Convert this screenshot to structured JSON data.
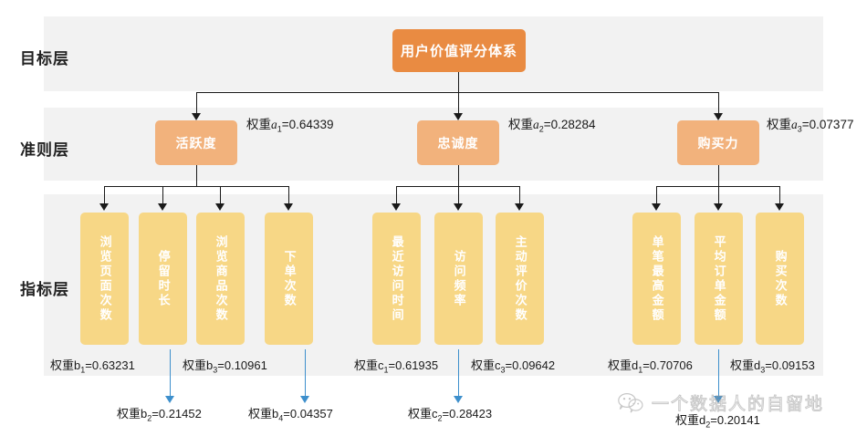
{
  "diagram": {
    "bands": [
      {
        "id": "goal",
        "label": "目标层"
      },
      {
        "id": "criteria",
        "label": "准则层"
      },
      {
        "id": "indicator",
        "label": "指标层"
      }
    ],
    "goal": {
      "label": "用户价值评分体系"
    },
    "criteria": [
      {
        "label": "活跃度",
        "weight_text": "权重a₁=0.64339",
        "weight_prefix": "权重",
        "weight_var": "a",
        "weight_sub": "1",
        "weight_value": "0.64339"
      },
      {
        "label": "忠诚度",
        "weight_text": "权重a₂=0.28284",
        "weight_prefix": "权重",
        "weight_var": "a",
        "weight_sub": "2",
        "weight_value": "0.28284"
      },
      {
        "label": "购买力",
        "weight_text": "权重a₃=0.07377",
        "weight_prefix": "权重",
        "weight_var": "a",
        "weight_sub": "3",
        "weight_value": "0.07377"
      }
    ],
    "indicators": [
      {
        "label": "浏览页面次数",
        "weight_prefix": "权重",
        "weight_var": "b",
        "weight_sub": "1",
        "weight_value": "0.63231"
      },
      {
        "label": "停留时长",
        "weight_prefix": "权重",
        "weight_var": "b",
        "weight_sub": "2",
        "weight_value": "0.21452"
      },
      {
        "label": "浏览商品次数",
        "weight_prefix": "权重",
        "weight_var": "b",
        "weight_sub": "3",
        "weight_value": "0.10961"
      },
      {
        "label": "下单次数",
        "weight_prefix": "权重",
        "weight_var": "b",
        "weight_sub": "4",
        "weight_value": "0.04357"
      },
      {
        "label": "最近访问时间",
        "weight_prefix": "权重",
        "weight_var": "c",
        "weight_sub": "1",
        "weight_value": "0.61935"
      },
      {
        "label": "访问频率",
        "weight_prefix": "权重",
        "weight_var": "c",
        "weight_sub": "2",
        "weight_value": "0.28423"
      },
      {
        "label": "主动评价次数",
        "weight_prefix": "权重",
        "weight_var": "c",
        "weight_sub": "3",
        "weight_value": "0.09642"
      },
      {
        "label": "单笔最高金额",
        "weight_prefix": "权重",
        "weight_var": "d",
        "weight_sub": "1",
        "weight_value": "0.70706"
      },
      {
        "label": "平均订单金额",
        "weight_prefix": "权重",
        "weight_var": "d",
        "weight_sub": "2",
        "weight_value": "0.20141"
      },
      {
        "label": "购买次数",
        "weight_prefix": "权重",
        "weight_var": "d",
        "weight_sub": "3",
        "weight_value": "0.09153"
      }
    ],
    "weight_rows": {
      "upper": [
        {
          "prefix": "权重",
          "var": "b",
          "sub": "1",
          "eq": "=",
          "value": "0.63231"
        },
        {
          "prefix": "权重",
          "var": "b",
          "sub": "3",
          "eq": "=",
          "value": "0.10961"
        },
        {
          "prefix": "权重",
          "var": "c",
          "sub": "1",
          "eq": "=",
          "value": "0.61935"
        },
        {
          "prefix": "权重",
          "var": "c",
          "sub": "3",
          "eq": "=",
          "value": "0.09642"
        },
        {
          "prefix": "权重",
          "var": "d",
          "sub": "1",
          "eq": "=",
          "value": "0.70706"
        },
        {
          "prefix": "权重",
          "var": "d",
          "sub": "3",
          "eq": "=",
          "value": "0.09153"
        }
      ],
      "lower": [
        {
          "prefix": "权重",
          "var": "b",
          "sub": "2",
          "eq": "=",
          "value": "0.21452"
        },
        {
          "prefix": "权重",
          "var": "b",
          "sub": "4",
          "eq": "=",
          "value": "0.04357"
        },
        {
          "prefix": "权重",
          "var": "c",
          "sub": "2",
          "eq": "=",
          "value": "0.28423"
        },
        {
          "prefix": "权重",
          "var": "d",
          "sub": "2",
          "eq": "=",
          "value": "0.20141"
        }
      ]
    },
    "watermark": {
      "text": "一个数据人的自留地",
      "icon": "wechat-icon"
    },
    "colors": {
      "band_bg": "#f2f2f2",
      "goal_box": "#e98b42",
      "criteria_box": "#f2b27c",
      "indicator_box": "#f7d786",
      "connector": "#1a1a1a",
      "blue_arrow": "#3d8fcc",
      "page_bg": "#ffffff"
    }
  }
}
